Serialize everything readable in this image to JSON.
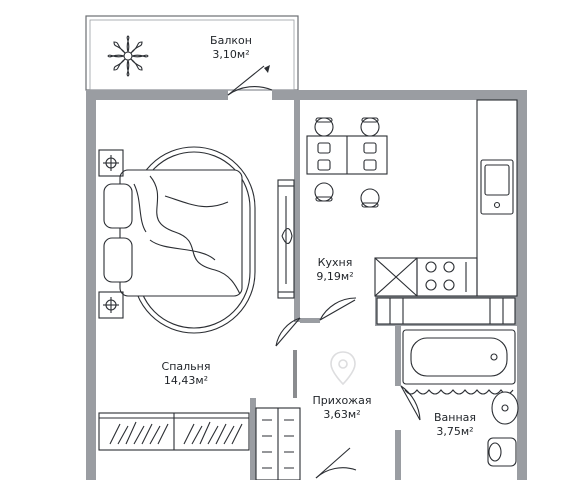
{
  "rooms": [
    {
      "id": "balcony",
      "name": "Балкон",
      "area": "3,10м²"
    },
    {
      "id": "kitchen",
      "name": "Кухня",
      "area": "9,19м²"
    },
    {
      "id": "bedroom",
      "name": "Спальня",
      "area": "14,43м²"
    },
    {
      "id": "hallway",
      "name": "Прихожая",
      "area": "3,63м²"
    },
    {
      "id": "bathroom",
      "name": "Ванная",
      "area": "3,75м²"
    }
  ],
  "colors": {
    "wall": "#9a9da2",
    "line": "#2b2e33",
    "background": "#ffffff"
  }
}
